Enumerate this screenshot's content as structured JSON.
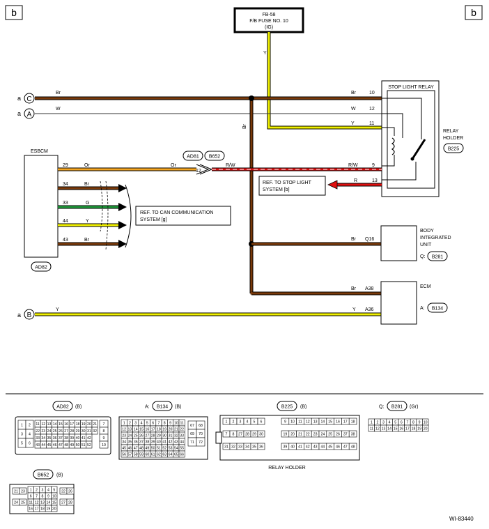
{
  "page": {
    "corner_left": "b",
    "corner_right": "b",
    "figure_id": "WI-83440"
  },
  "fuse": {
    "line1": "FB-58",
    "line2": "F/B FUSE NO. 10",
    "line3": "(IG)",
    "wire_color": "Y"
  },
  "colors": {
    "brown": "#7a3a0a",
    "yellow": "#f0f000",
    "orange": "#f5a623",
    "red": "#e01010",
    "green": "#1e9a3a",
    "white_wire": "#555555"
  },
  "connectors_left": [
    {
      "prefix": "a",
      "letter": "C",
      "wire_color": "Br"
    },
    {
      "prefix": "a",
      "letter": "A",
      "wire_color": "W"
    },
    {
      "prefix": "a",
      "letter": "B",
      "wire_color": "Y"
    }
  ],
  "trunk_wire_color": "Br",
  "relay": {
    "title": "STOP LIGHT RELAY",
    "holder_label_1": "RELAY",
    "holder_label_2": "HOLDER",
    "connector": "B225",
    "pins": [
      {
        "pin": "10",
        "color": "Br"
      },
      {
        "pin": "12",
        "color": "W"
      },
      {
        "pin": "11",
        "color": "Y"
      },
      {
        "pin": "9",
        "color": "R/W"
      },
      {
        "pin": "13",
        "color": "R"
      }
    ]
  },
  "esbcm": {
    "title": "ESBCM",
    "connector": "AD82",
    "pins": [
      {
        "pin": "29",
        "color": "Or"
      },
      {
        "pin": "34",
        "color": "Br"
      },
      {
        "pin": "33",
        "color": "G"
      },
      {
        "pin": "44",
        "color": "Y"
      },
      {
        "pin": "43",
        "color": "Br"
      }
    ],
    "can_ref_1": "REF. TO CAN COMMUNICATION",
    "can_ref_2": "SYSTEM  [g]"
  },
  "joint": {
    "conn_a": "AD81",
    "conn_b": "B652",
    "pin": "12",
    "color_in": "Or",
    "color_out": "R/W"
  },
  "stop_ref_1": "REF. TO STOP LIGHT",
  "stop_ref_2": "SYSTEM [b]",
  "body_unit": {
    "line1": "BODY",
    "line2": "INTEGRATED",
    "line3": "UNIT",
    "prefix": "Q:",
    "connector": "B281",
    "pin": "Q16",
    "color": "Br"
  },
  "ecm": {
    "title": "ECM",
    "prefix": "A:",
    "connector": "B134",
    "pins": [
      {
        "pin": "A38",
        "color": "Br"
      },
      {
        "pin": "A36",
        "color": "Y"
      }
    ]
  },
  "legend": {
    "ad82": {
      "name": "AD82",
      "color": "(B)"
    },
    "b134": {
      "prefix": "A:",
      "name": "B134",
      "color": "(B)"
    },
    "b225": {
      "name": "B225",
      "color": "(B)",
      "caption": "RELAY HOLDER"
    },
    "b281": {
      "prefix": "Q:",
      "name": "B281",
      "color": "(Gr)"
    },
    "b652": {
      "name": "B652",
      "color": "(B)"
    }
  },
  "pinouts": {
    "ad82": {
      "left": [
        "1",
        "2",
        "3",
        "4",
        "5",
        "6"
      ],
      "rows": [
        [
          "11",
          "12",
          "13",
          "14",
          "15",
          "16",
          "17",
          "18",
          "19",
          "20",
          "21"
        ],
        [
          "22",
          "23",
          "24",
          "25",
          "26",
          "27",
          "28",
          "29",
          "30",
          "31",
          "32"
        ],
        [
          "33",
          "34",
          "35",
          "36",
          "37",
          "38",
          "39",
          "40",
          "41",
          "42"
        ],
        [
          "43",
          "44",
          "45",
          "46",
          "47",
          "48",
          "49",
          "50",
          "51",
          "52"
        ]
      ],
      "right": [
        "7",
        "8",
        "9",
        "10"
      ]
    },
    "b134": {
      "rows": [
        [
          "1",
          "2",
          "3",
          "4",
          "5",
          "6",
          "7",
          "8",
          "9",
          "10",
          "11"
        ],
        [
          "12",
          "13",
          "14",
          "15",
          "16",
          "17",
          "18",
          "19",
          "20",
          "21",
          "22"
        ],
        [
          "23",
          "24",
          "25",
          "26",
          "27",
          "28",
          "29",
          "30",
          "31",
          "32",
          "33"
        ],
        [
          "34",
          "35",
          "36",
          "37",
          "38",
          "39",
          "40",
          "41",
          "42",
          "43",
          "44"
        ],
        [
          "45",
          "46",
          "47",
          "48",
          "49",
          "50",
          "51",
          "52",
          "53",
          "54",
          "55"
        ],
        [
          "56",
          "57",
          "58",
          "59",
          "60",
          "61",
          "62",
          "63",
          "64",
          "65",
          "66"
        ]
      ],
      "right": [
        "67",
        "68",
        "69",
        "70",
        "71",
        "72"
      ]
    },
    "b225": {
      "left": [
        "1",
        "2",
        "3",
        "4",
        "5",
        "6",
        "7",
        "8",
        "27",
        "28",
        "29",
        "30",
        "31",
        "32",
        "33",
        "34",
        "35",
        "36"
      ],
      "right": [
        "9",
        "10",
        "11",
        "12",
        "13",
        "14",
        "15",
        "16",
        "17",
        "18",
        "19",
        "20",
        "21",
        "22",
        "23",
        "24",
        "25",
        "26",
        "37",
        "38",
        "39",
        "40",
        "41",
        "42",
        "43",
        "44",
        "45",
        "46",
        "47",
        "48"
      ]
    },
    "b281": {
      "rows": [
        [
          "1",
          "2",
          "3",
          "4",
          "5",
          "6",
          "7",
          "8",
          "9",
          "10"
        ],
        [
          "11",
          "12",
          "13",
          "14",
          "15",
          "16",
          "17",
          "18",
          "19",
          "20"
        ]
      ]
    },
    "b652": {
      "rows": [
        [
          "1",
          "2",
          "3",
          "4",
          "5"
        ],
        [
          "6",
          "7",
          "8",
          "9",
          "10"
        ],
        [
          "11",
          "12",
          "13",
          "14",
          "15"
        ],
        [
          "16",
          "17",
          "18",
          "19",
          "20"
        ]
      ],
      "left": [
        "21",
        "23",
        "24",
        "25"
      ],
      "right": [
        "22",
        "26",
        "27",
        "28"
      ]
    }
  }
}
